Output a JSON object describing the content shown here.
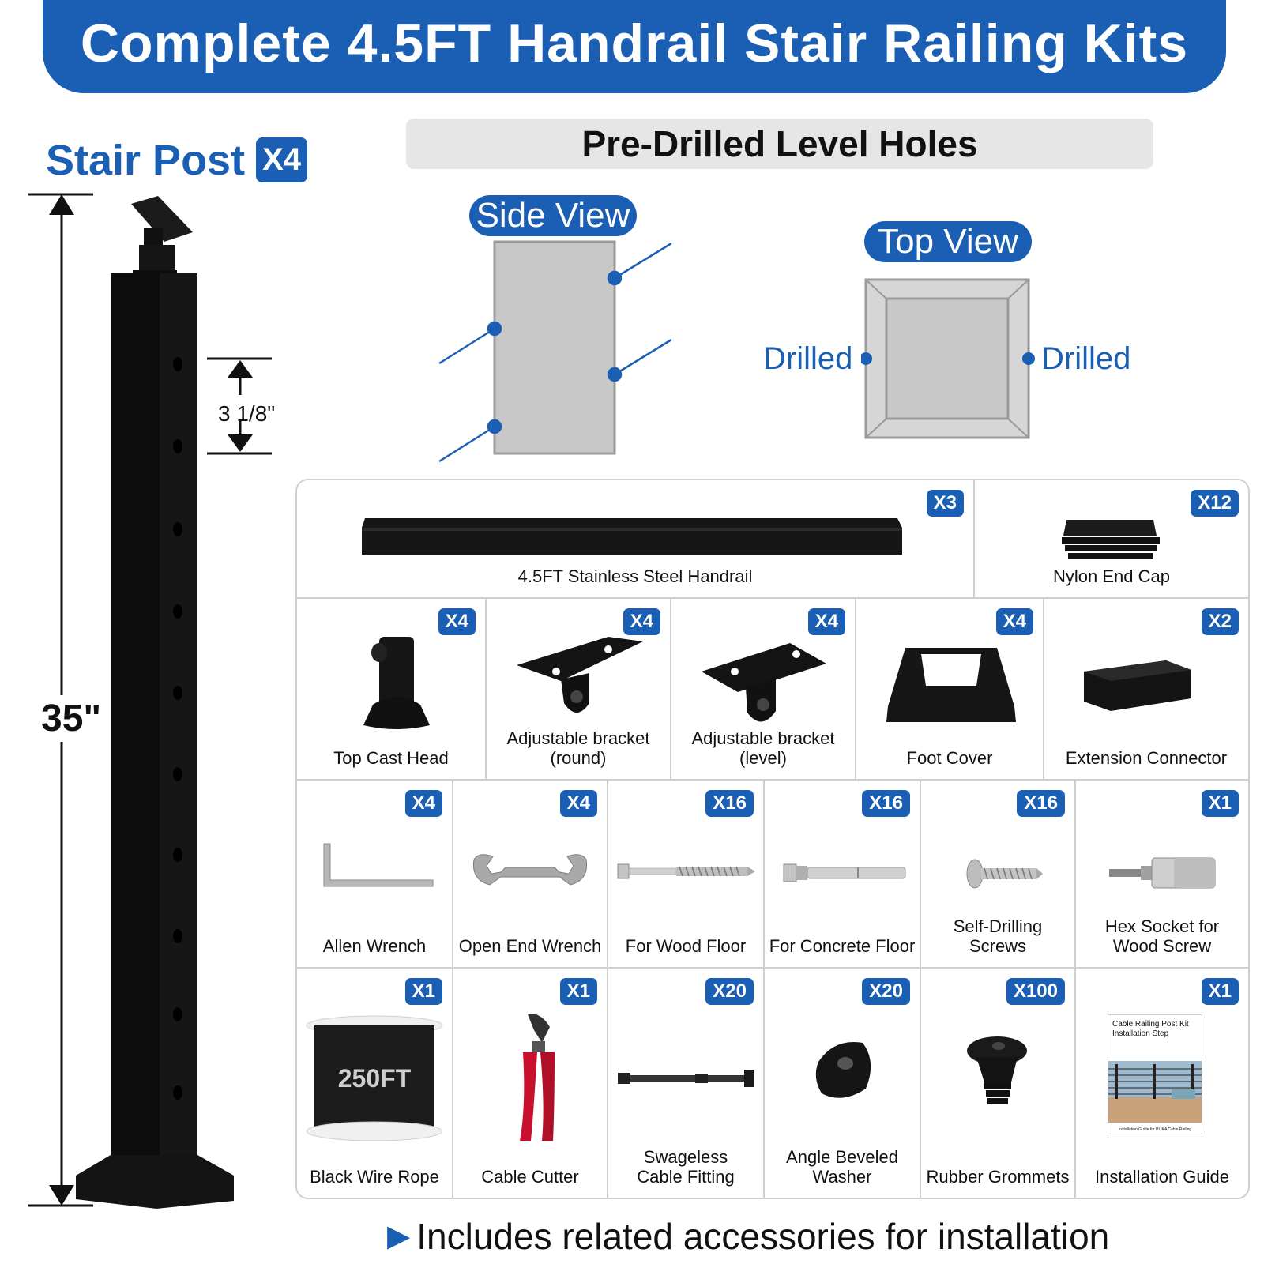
{
  "banner": {
    "title": "Complete 4.5FT Handrail Stair Railing Kits"
  },
  "stair_post": {
    "title": "Stair Post",
    "qty": "X4",
    "height_label": "35\"",
    "spacing_label": "3 1/8\""
  },
  "drilling": {
    "header": "Pre-Drilled Level Holes",
    "side_view": "Side View",
    "top_view": "Top View",
    "drilled_left": "Drilled",
    "drilled_right": "Drilled"
  },
  "parts": {
    "handrail": {
      "label": "4.5FT Stainless Steel Handrail",
      "qty": "X3"
    },
    "end_cap": {
      "label": "Nylon End Cap",
      "qty": "X12"
    },
    "top_cast_head": {
      "label": "Top Cast Head",
      "qty": "X4"
    },
    "bracket_round": {
      "label": "Adjustable bracket\n(round)",
      "qty": "X4"
    },
    "bracket_level": {
      "label": "Adjustable bracket\n(level)",
      "qty": "X4"
    },
    "foot_cover": {
      "label": "Foot Cover",
      "qty": "X4"
    },
    "extension_connector": {
      "label": "Extension Connector",
      "qty": "X2"
    },
    "allen_wrench": {
      "label": "Allen Wrench",
      "qty": "X4"
    },
    "open_end_wrench": {
      "label": "Open End Wrench",
      "qty": "X4"
    },
    "wood_floor": {
      "label": "For Wood Floor",
      "qty": "X16"
    },
    "concrete_floor": {
      "label": "For Concrete Floor",
      "qty": "X16"
    },
    "self_drilling": {
      "label": "Self-Drilling\nScrews",
      "qty": "X16"
    },
    "hex_socket": {
      "label": "Hex Socket for\nWood Screw",
      "qty": "X1"
    },
    "wire_rope": {
      "label": "Black Wire Rope",
      "qty": "X1",
      "spool_text": "250FT"
    },
    "cable_cutter": {
      "label": "Cable Cutter",
      "qty": "X1"
    },
    "swageless": {
      "label": "Swageless\nCable Fitting",
      "qty": "X20"
    },
    "washer": {
      "label": "Angle Beveled\nWasher",
      "qty": "X20"
    },
    "grommets": {
      "label": "Rubber Grommets",
      "qty": "X100"
    },
    "guide": {
      "label": "Installation Guide",
      "qty": "X1",
      "booklet_title": "Cable Railing Post Kit\nInstallation Step",
      "booklet_footer": "Installation Guide for BLIKA Cable Railing"
    }
  },
  "footer": {
    "text": "Includes related accessories for installation"
  },
  "colors": {
    "accent": "#1a5fb4",
    "post": "#111111",
    "panel_gray": "#e6e6e6"
  }
}
